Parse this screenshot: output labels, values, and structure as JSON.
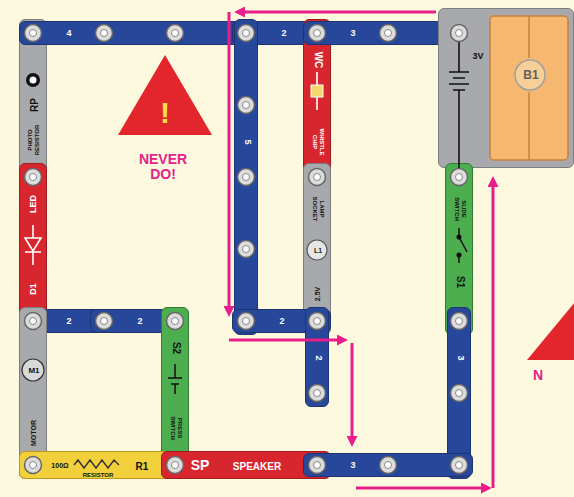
{
  "diagram": {
    "nodes": [
      {
        "text": [
          "RP",
          "PHOTO RESISTOR"
        ]
      },
      {
        "text": [
          "4"
        ]
      },
      {
        "text": [
          "!",
          "NEVER DO!"
        ]
      },
      {
        "text": [
          "2"
        ]
      },
      {
        "text": [
          "WC",
          "WHISTLE CHIP"
        ]
      },
      {
        "text": [
          "3"
        ]
      },
      {
        "text": [
          "3V",
          "B1"
        ]
      },
      {
        "text": [
          "5"
        ]
      },
      {
        "text": [
          "LED",
          "D1"
        ]
      },
      {
        "text": [
          "L1",
          "2.5V",
          "LAMP SOCKET"
        ]
      },
      {
        "text": [
          "SLIDE SWITCH",
          "S1"
        ]
      },
      {
        "text": [
          "2"
        ]
      },
      {
        "text": [
          "2"
        ]
      },
      {
        "text": [
          "2"
        ]
      },
      {
        "text": [
          "S2",
          "PRESS SWITCH"
        ]
      },
      {
        "text": [
          "2"
        ]
      },
      {
        "text": [
          "M1",
          "MOTOR"
        ]
      },
      {
        "text": [
          "3"
        ]
      },
      {
        "text": [
          "100Ω",
          "RESISTOR",
          "R1"
        ]
      },
      {
        "text": [
          "SP",
          "SPEAKER"
        ]
      },
      {
        "text": [
          "3"
        ]
      },
      {
        "text": [
          "N"
        ]
      }
    ]
  }
}
